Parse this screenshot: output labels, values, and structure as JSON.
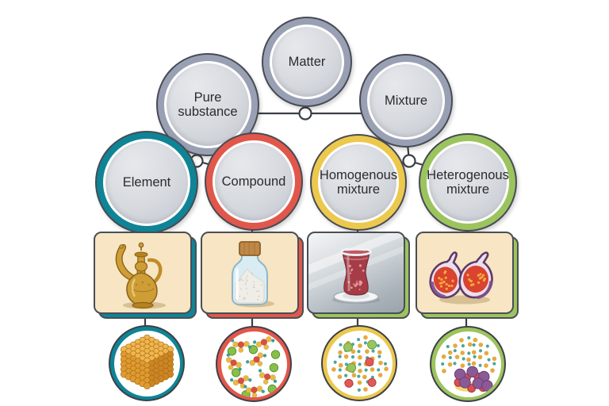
{
  "colors": {
    "ink": "#2b2b2e",
    "slate": "#9aa0b4",
    "teal": "#0f8496",
    "coral": "#e2574b",
    "gold": "#ecc84d",
    "green": "#9cc45e",
    "cream": "#f7e5c3",
    "line": "#3a3f45"
  },
  "nodes": {
    "matter": {
      "label": "Matter"
    },
    "pure_substance": {
      "label": "Pure substance"
    },
    "mixture": {
      "label": "Mixture"
    },
    "element": {
      "label": "Element"
    },
    "compound": {
      "label": "Compound"
    },
    "homogenous": {
      "label": "Homogenous mixture"
    },
    "heterogenous": {
      "label": "Heterogenous mixture"
    }
  },
  "examples": {
    "element": {
      "illustration": "golden-ewer-pitcher",
      "particle_view": "cubic-lattice-of-identical-gold-atoms"
    },
    "compound": {
      "illustration": "corked-bottle-of-white-powder",
      "particle_view": "identical-molecules-of-red-yellow-teal-atoms-with-green-atoms"
    },
    "homogenous": {
      "illustration": "glass-of-tea-on-saucer",
      "particle_view": "uniformly-mixed-small-orange-and-teal-particles-with-green-and-red-spheres"
    },
    "heterogenous": {
      "illustration": "two-halved-figs",
      "particle_view": "unevenly-clustered-large-purple-and-red-spheres-among-small-particles"
    }
  }
}
